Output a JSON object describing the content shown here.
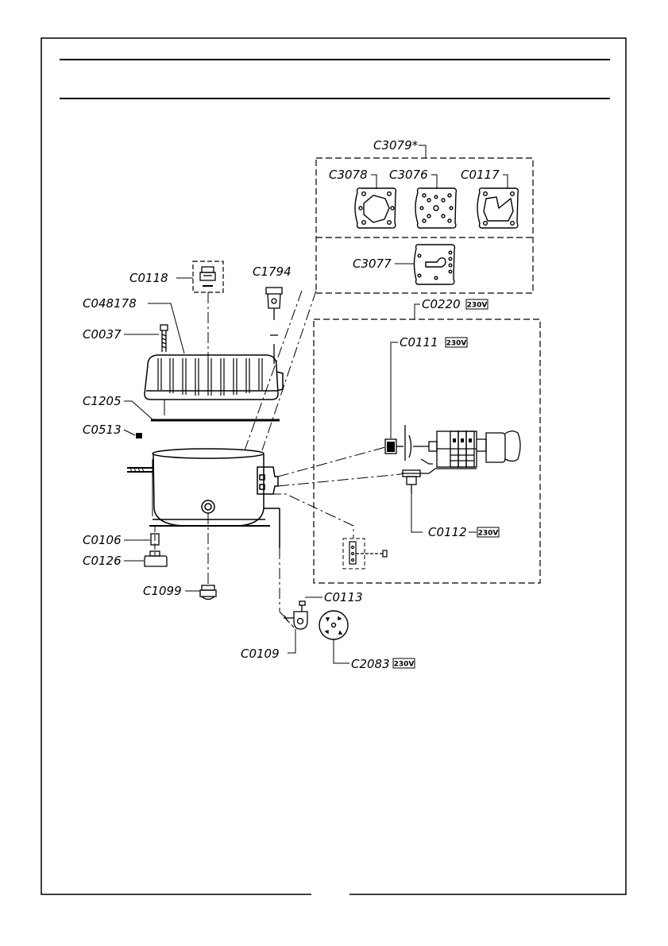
{
  "header": {
    "title": ""
  },
  "footer": {
    "page_number": ""
  },
  "colors": {
    "ink": "#000000",
    "paper": "#ffffff"
  },
  "voltage_badge": "230V",
  "parts": {
    "C3079": "C3079*",
    "C3078": "C3078",
    "C3076": "C3076",
    "C0117": "C0117",
    "C3077": "C3077",
    "C0118": "C0118",
    "C1794": "C1794",
    "C048178": "C048178",
    "C0037": "C0037",
    "C0220": "C0220",
    "C0111": "C0111",
    "C1205": "C1205",
    "C0513": "C0513",
    "C0112": "C0112",
    "C0106": "C0106",
    "C0126": "C0126",
    "C1099": "C1099",
    "C0113": "C0113",
    "C0109": "C0109",
    "C2083": "C2083"
  }
}
